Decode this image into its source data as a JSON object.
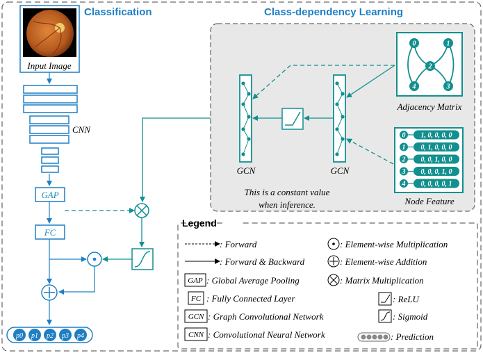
{
  "titles": {
    "classification": "Classification",
    "class_dependency": "Class-dependency Learning",
    "legend": "Legend"
  },
  "labels": {
    "input_image": "Input Image",
    "cnn": "CNN",
    "gap": "GAP",
    "fc": "FC",
    "gcn_left": "GCN",
    "gcn_right": "GCN",
    "adjacency_matrix": "Adjacency Matrix",
    "node_feature": "Node Feature",
    "constant_note_1": "This is a constant value",
    "constant_note_2": "when inference."
  },
  "graph_nodes": [
    "0",
    "1",
    "2",
    "3",
    "4"
  ],
  "node_features": [
    {
      "index": "0",
      "vector": "1, 0, 0, 0, 0"
    },
    {
      "index": "1",
      "vector": "0, 1, 0, 0, 0"
    },
    {
      "index": "2",
      "vector": "0, 0, 1, 0, 0"
    },
    {
      "index": "3",
      "vector": "0, 0, 0, 1, 0"
    },
    {
      "index": "4",
      "vector": "0, 0, 0, 0, 1"
    }
  ],
  "predictions": [
    "p0",
    "p1",
    "p2",
    "p3",
    "p4"
  ],
  "legend": {
    "forward": ": Forward",
    "forward_backward": ": Forward & Backward",
    "gap_box": "GAP",
    "gap_desc": ": Global Average Pooling",
    "fc_box": "FC",
    "fc_desc": ": Fully Connected Layer",
    "gcn_box": "GCN",
    "gcn_desc": ": Graph Convolutional Network",
    "cnn_box": "CNN",
    "cnn_desc": ": Convolutional Neural Network",
    "elem_mult": ": Element-wise Multiplication",
    "elem_add": ": Element-wise Addition",
    "matrix_mult": ": Matrix Multiplication",
    "relu": ": ReLU",
    "sigmoid": ": Sigmoid",
    "prediction": ": Prediction"
  },
  "colors": {
    "teal": "#128f8f",
    "blue": "#1f7fc4",
    "panel_bg": "#e8e8e8"
  }
}
